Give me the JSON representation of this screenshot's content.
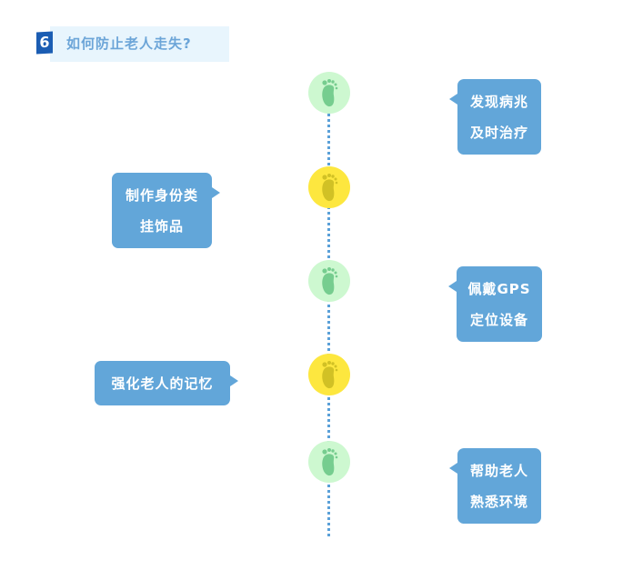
{
  "header": {
    "number": "6",
    "title": "如何防止老人走失?"
  },
  "steps": [
    {
      "lines": [
        "发现病兆",
        "及时治疗"
      ],
      "side": "right"
    },
    {
      "lines": [
        "制作身份类",
        "挂饰品"
      ],
      "side": "left"
    },
    {
      "lines": [
        "佩戴GPS",
        "定位设备"
      ],
      "side": "right"
    },
    {
      "lines": [
        "强化老人的记忆"
      ],
      "side": "left"
    },
    {
      "lines": [
        "帮助老人",
        "熟悉环境"
      ],
      "side": "right"
    }
  ],
  "colors": {
    "box": "#62a6d9",
    "green": "#cdf8d0",
    "yellow": "#fde73f",
    "line": "#5aa0d8"
  }
}
